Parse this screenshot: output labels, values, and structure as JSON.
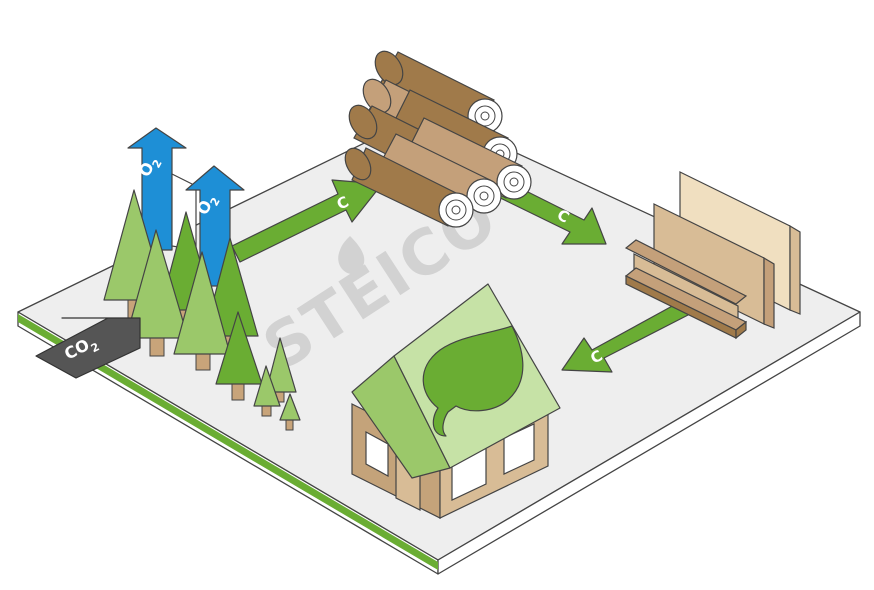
{
  "title": "",
  "watermark": "STEICO",
  "labels": {
    "oxygen": {
      "main": "O",
      "sub": "2"
    },
    "carbon_dioxide": {
      "main": "CO",
      "sub": "2"
    },
    "carbon": "C"
  },
  "colors": {
    "platform_top": "#eeeeee",
    "platform_edge": "#ffffff",
    "platform_stripe": "#6aad33",
    "arrow_green": "#6aad33",
    "arrow_blue": "#1e8fd6",
    "arrow_dark": "#555555",
    "tree_light": "#9bc86a",
    "tree_dark": "#6aad33",
    "trunk": "#c8a47a",
    "log_dark": "#a07a4a",
    "log_light": "#c4a07a",
    "board_light": "#f0dfc0",
    "board_mid": "#d8bc96",
    "house_wall": "#c4a37a",
    "house_roof": "#c6e2a6",
    "leaf": "#6aad33",
    "watermark": "#d2d2d2"
  },
  "icons": [
    "tree-icon",
    "log-pile-icon",
    "timber-board-icon",
    "i-beam-icon",
    "house-icon",
    "leaf-icon",
    "arrow-icon"
  ]
}
